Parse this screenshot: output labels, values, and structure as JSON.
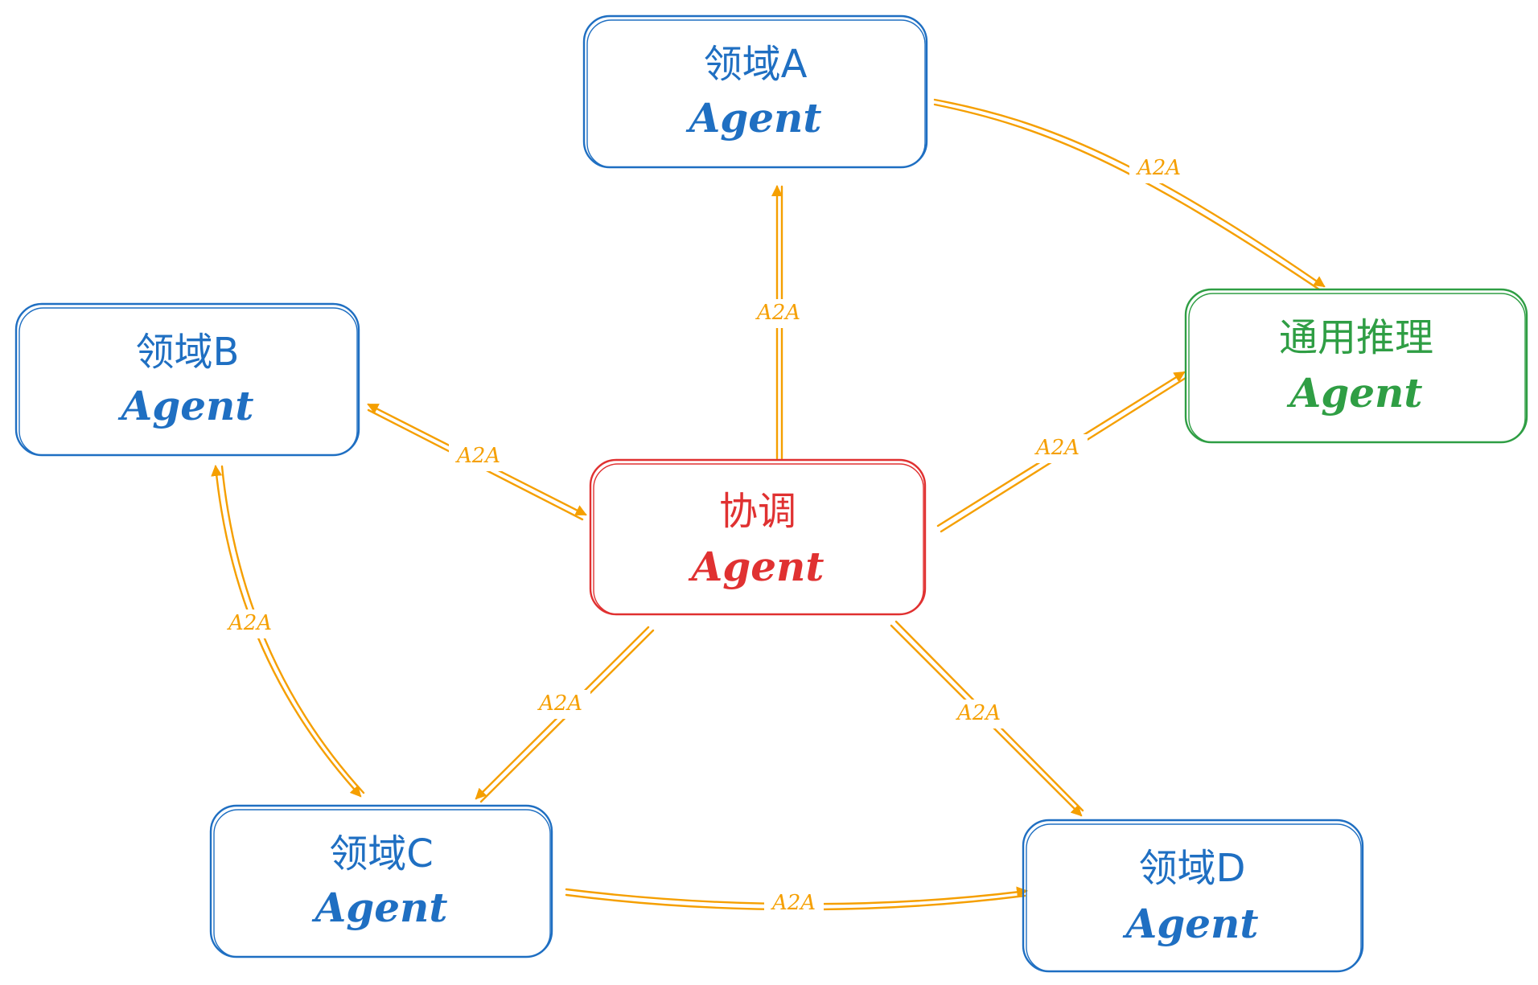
{
  "colors": {
    "blue": "#1f6fc2",
    "red": "#e03131",
    "green": "#2f9e44",
    "orange": "#f59f00"
  },
  "nodes": {
    "a": {
      "title": "领域A",
      "subtitle": "Agent",
      "color": "#1f6fc2"
    },
    "b": {
      "title": "领域B",
      "subtitle": "Agent",
      "color": "#1f6fc2"
    },
    "reasoning": {
      "title": "通用推理",
      "subtitle": "Agent",
      "color": "#2f9e44"
    },
    "coord": {
      "title": "协调",
      "subtitle": "Agent",
      "color": "#e03131"
    },
    "c": {
      "title": "领域C",
      "subtitle": "Agent",
      "color": "#1f6fc2"
    },
    "d": {
      "title": "领域D",
      "subtitle": "Agent",
      "color": "#1f6fc2"
    }
  },
  "edges": {
    "coord_to_a": "A2A",
    "a_to_reasoning": "A2A",
    "b_coord": "A2A",
    "coord_to_reasoning": "A2A",
    "b_c": "A2A",
    "coord_to_c": "A2A",
    "coord_to_d": "A2A",
    "c_to_d": "A2A"
  }
}
